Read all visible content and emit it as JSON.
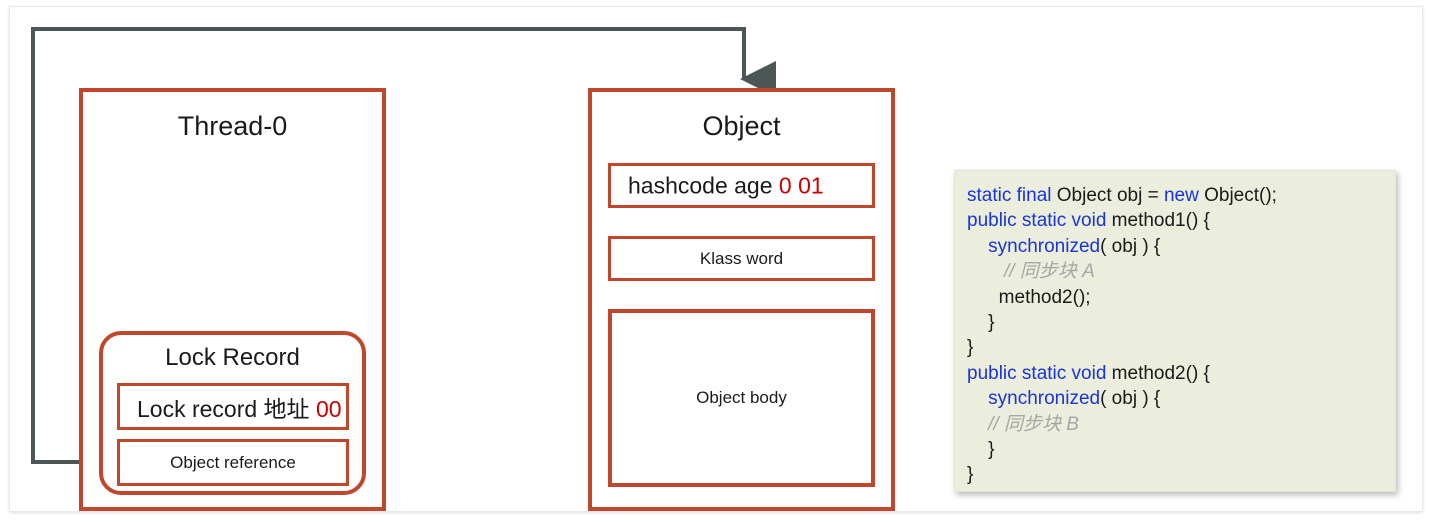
{
  "diagram": {
    "title": "Java synchronized lock record / object header diagram",
    "colors": {
      "box_border": "#c0472b",
      "connector": "#4d5656",
      "highlight_red": "#cc0000",
      "code_bg": "#ebeedc",
      "code_keyword": "#1a34d8",
      "code_comment": "#a6a6a6"
    },
    "thread_box": {
      "title": "Thread-0",
      "lock_record": {
        "title": "Lock Record",
        "rows": [
          {
            "label": "Lock record 地址 ",
            "value": "00"
          },
          {
            "label": "Object reference",
            "value": ""
          }
        ]
      }
    },
    "object_box": {
      "title": "Object",
      "rows": [
        {
          "label": "hashcode age ",
          "value": "0 01"
        },
        {
          "label": "Klass word",
          "value": ""
        },
        {
          "label": "Object body",
          "value": ""
        }
      ]
    },
    "connector": {
      "name": "object-reference-to-object-arrow",
      "from": "Object reference",
      "to": "Object"
    }
  },
  "code": {
    "lines": [
      [
        {
          "t": "static final",
          "c": "kw"
        },
        {
          "t": " Object obj = ",
          "c": ""
        },
        {
          "t": "new",
          "c": "kw"
        },
        {
          "t": " Object();",
          "c": ""
        }
      ],
      [
        {
          "t": "public static void",
          "c": "kw"
        },
        {
          "t": " method1() {",
          "c": ""
        }
      ],
      [
        {
          "t": "    ",
          "c": ""
        },
        {
          "t": "synchronized",
          "c": "kw"
        },
        {
          "t": "( obj ) {",
          "c": ""
        }
      ],
      [
        {
          "t": "       // 同步块 A",
          "c": "cm"
        }
      ],
      [
        {
          "t": "      method2();",
          "c": ""
        }
      ],
      [
        {
          "t": "    }",
          "c": ""
        }
      ],
      [
        {
          "t": "}",
          "c": ""
        }
      ],
      [
        {
          "t": "public static void",
          "c": "kw"
        },
        {
          "t": " method2() {",
          "c": ""
        }
      ],
      [
        {
          "t": "    ",
          "c": ""
        },
        {
          "t": "synchronized",
          "c": "kw"
        },
        {
          "t": "( obj ) {",
          "c": ""
        }
      ],
      [
        {
          "t": "    // 同步块 B",
          "c": "cm"
        }
      ],
      [
        {
          "t": "    }",
          "c": ""
        }
      ],
      [
        {
          "t": "}",
          "c": ""
        }
      ]
    ]
  }
}
